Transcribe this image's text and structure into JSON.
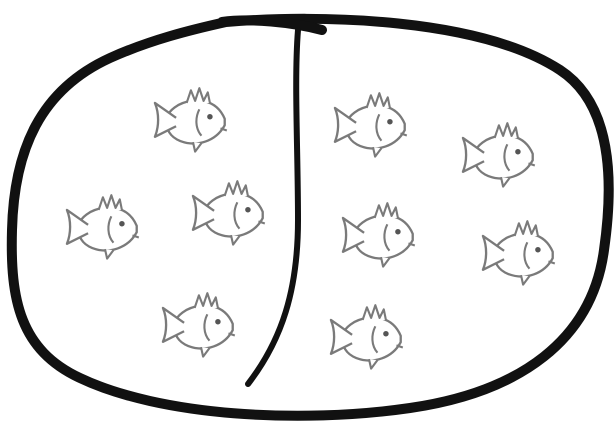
{
  "diagram": {
    "kind": "split-set",
    "groups": [
      {
        "id": "left",
        "fish_count": 4
      },
      {
        "id": "right",
        "fish_count": 5
      }
    ],
    "total_fish": 9
  },
  "colors": {
    "background": "#ffffff",
    "outline": "#111111",
    "fish_stroke": "#7a7a7a",
    "fish_fill": "#ffffff"
  },
  "icons": {
    "fish": "fish-icon"
  }
}
